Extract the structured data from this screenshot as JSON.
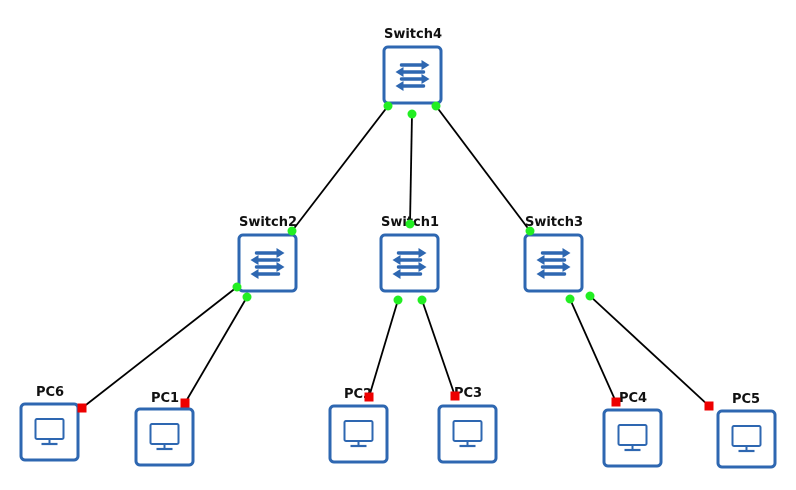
{
  "topology": {
    "colors": {
      "device_border": "#2E67B1",
      "device_fill": "#FFFFFF",
      "link": "#000000",
      "port_up": "#22EE22",
      "port_down": "#EE0000"
    },
    "devices": [
      {
        "id": "sw4",
        "label": "Switch4",
        "type": "switch",
        "icon": "switch-arrows-icon"
      },
      {
        "id": "sw2",
        "label": "Switch2",
        "type": "switch",
        "icon": "switch-arrows-icon"
      },
      {
        "id": "sw1",
        "label": "Switch1",
        "type": "switch",
        "icon": "switch-arrows-icon"
      },
      {
        "id": "sw3",
        "label": "Switch3",
        "type": "switch",
        "icon": "switch-arrows-icon"
      },
      {
        "id": "pc6",
        "label": "PC6",
        "type": "pc",
        "icon": "monitor-icon"
      },
      {
        "id": "pc1",
        "label": "PC1",
        "type": "pc",
        "icon": "monitor-icon"
      },
      {
        "id": "pc2",
        "label": "PC2",
        "type": "pc",
        "icon": "monitor-icon"
      },
      {
        "id": "pc3",
        "label": "PC3",
        "type": "pc",
        "icon": "monitor-icon"
      },
      {
        "id": "pc4",
        "label": "PC4",
        "type": "pc",
        "icon": "monitor-icon"
      },
      {
        "id": "pc5",
        "label": "PC5",
        "type": "pc",
        "icon": "monitor-icon"
      }
    ],
    "links": [
      {
        "from": "sw4",
        "to": "sw2",
        "from_status": "up",
        "to_status": "up"
      },
      {
        "from": "sw4",
        "to": "sw1",
        "from_status": "up",
        "to_status": "up"
      },
      {
        "from": "sw4",
        "to": "sw3",
        "from_status": "up",
        "to_status": "up"
      },
      {
        "from": "sw2",
        "to": "pc6",
        "from_status": "up",
        "to_status": "down"
      },
      {
        "from": "sw2",
        "to": "pc1",
        "from_status": "up",
        "to_status": "down"
      },
      {
        "from": "sw1",
        "to": "pc2",
        "from_status": "up",
        "to_status": "down"
      },
      {
        "from": "sw1",
        "to": "pc3",
        "from_status": "up",
        "to_status": "down"
      },
      {
        "from": "sw3",
        "to": "pc4",
        "from_status": "up",
        "to_status": "down"
      },
      {
        "from": "sw3",
        "to": "pc5",
        "from_status": "up",
        "to_status": "down"
      }
    ]
  }
}
